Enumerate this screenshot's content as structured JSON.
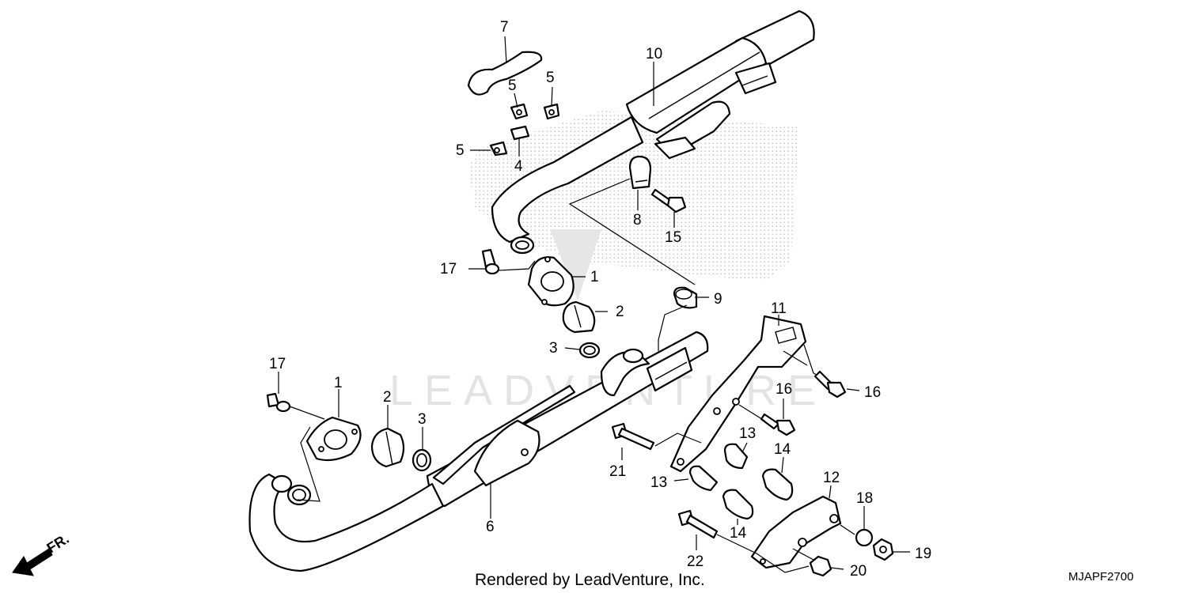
{
  "watermark": "LEADVENTURE",
  "footer": "Rendered by LeadVenture, Inc.",
  "diagram_code": "MJAPF2700",
  "direction_label": "FR.",
  "callouts": {
    "c1a": "1",
    "c1b": "1",
    "c2a": "2",
    "c2b": "2",
    "c3a": "3",
    "c3b": "3",
    "c4": "4",
    "c5a": "5",
    "c5b": "5",
    "c5c": "5",
    "c6": "6",
    "c7": "7",
    "c8": "8",
    "c9": "9",
    "c10": "10",
    "c11": "11",
    "c12": "12",
    "c13a": "13",
    "c13b": "13",
    "c14a": "14",
    "c14b": "14",
    "c15": "15",
    "c16a": "16",
    "c16b": "16",
    "c17a": "17",
    "c17b": "17",
    "c18": "18",
    "c19": "19",
    "c20": "20",
    "c21": "21",
    "c22": "22"
  }
}
